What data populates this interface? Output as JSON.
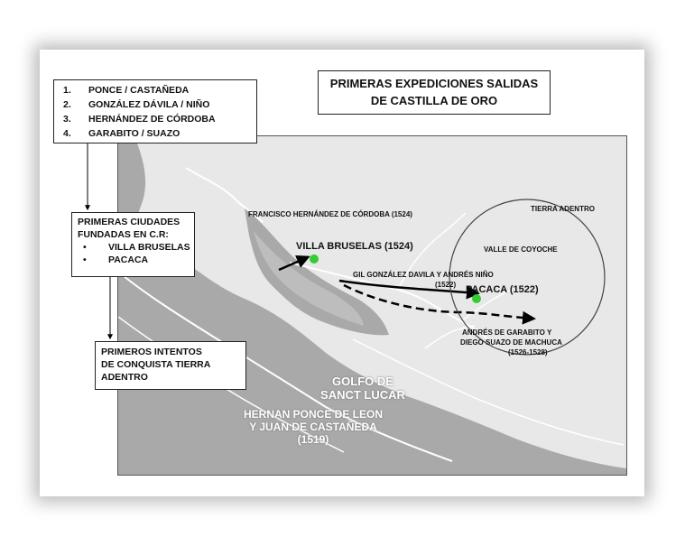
{
  "title": {
    "line1": "PRIMERAS EXPEDICIONES SALIDAS",
    "line2": "DE CASTILLA DE ORO"
  },
  "expeditions": [
    {
      "num": "1.",
      "text": "PONCE / CASTAÑEDA"
    },
    {
      "num": "2.",
      "text": "GONZÁLEZ DÁVILA / NIÑO"
    },
    {
      "num": "3.",
      "text": "HERNÁNDEZ DE CÓRDOBA"
    },
    {
      "num": "4.",
      "text": "GARABITO / SUAZO"
    }
  ],
  "cities": {
    "heading1": "PRIMERAS CIUDADES",
    "heading2": "FUNDADAS EN C.R:",
    "items": [
      {
        "bullet": "•",
        "text": "VILLA BRUSELAS"
      },
      {
        "bullet": "•",
        "text": "PACACA"
      }
    ]
  },
  "conquest": {
    "line1": "PRIMEROS INTENTOS",
    "line2": "DE CONQUISTA TIERRA",
    "line3": "ADENTRO"
  },
  "map_labels": {
    "cordoba": "FRANCISCO HERNÁNDEZ DE CÓRDOBA (1524)",
    "tierra_adentro": "TIERRA ADENTRO",
    "villa_bruselas": "VILLA BRUSELAS (1524)",
    "valle": "VALLE DE COYOCHE",
    "gil_line1": "GIL GONZÁLEZ DAVILA Y ANDRÉS NIÑO",
    "gil_line2": "(1522)",
    "pacaca": "PACACA (1522)",
    "garabito_line1": "ANDRÉS DE GARABITO Y",
    "garabito_line2": "DIEGO SUAZO DE MACHUCA",
    "garabito_line3": "(1526-1528)",
    "golfo_line1": "GOLFO DE",
    "golfo_line2": "SANCT LUCAR",
    "ponce_line1": "HERNAN PONCE DE LEON",
    "ponce_line2": "Y JUAN DE CASTAÑEDA",
    "ponce_line3": "(1519)"
  },
  "colors": {
    "land": "#e8e8e8",
    "sea": "#a9a9a9",
    "river": "#ffffff",
    "marker": "#33cc33"
  }
}
